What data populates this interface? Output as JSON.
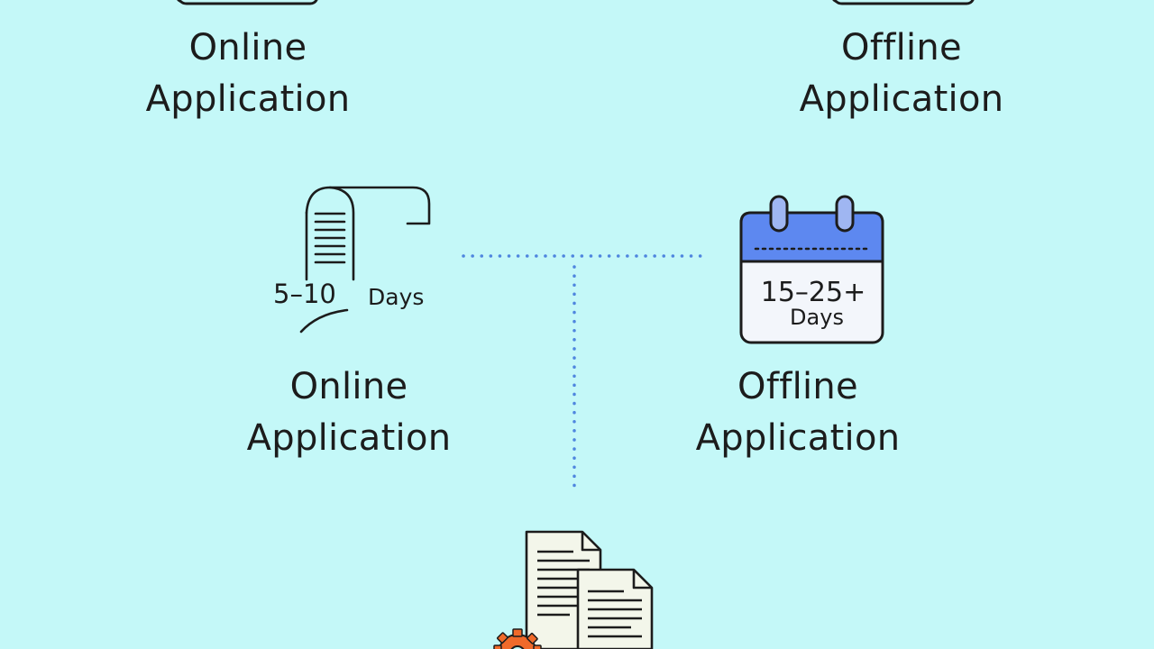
{
  "top": {
    "online": {
      "line1": "Online",
      "line2": "Application"
    },
    "offline": {
      "line1": "Offline",
      "line2": "Application"
    }
  },
  "middle": {
    "online": {
      "duration_value": "5–10",
      "duration_unit": "Days",
      "line1": "Online",
      "line2": "Application"
    },
    "offline": {
      "duration_value": "15–25+",
      "duration_unit": "Days",
      "line1": "Offline",
      "line2": "Application"
    }
  },
  "colors": {
    "background": "#c4f8f8",
    "calendar_header": "#5d88f0",
    "calendar_rings": "#9fb6f2",
    "connector": "#4f86df",
    "document_fill": "#f3f6ea",
    "gear": "#f06a2a",
    "ink": "#1c1c1c"
  },
  "icons": [
    "scroll-document-icon",
    "calendar-icon",
    "documents-stack-icon",
    "gear-icon"
  ]
}
